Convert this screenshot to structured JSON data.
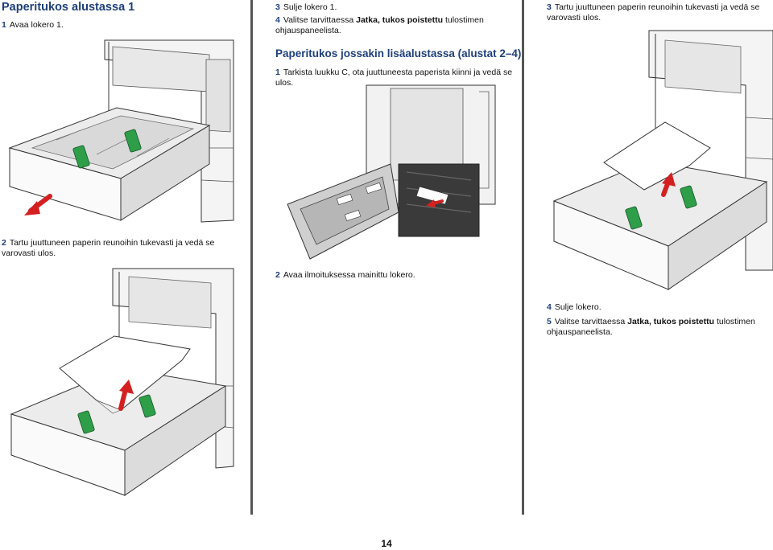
{
  "heading_main": "Paperitukos alustassa 1",
  "heading_sub": "Paperitukos jossakin lisäalustassa (alustat 2–4)",
  "page_number": "14",
  "col1": {
    "step1": {
      "num": "1",
      "text": "Avaa lokero 1."
    },
    "step2": {
      "num": "2",
      "text": "Tartu juuttuneen paperin reunoihin tukevasti ja vedä se varovasti ulos."
    }
  },
  "col2": {
    "step3": {
      "num": "3",
      "text": "Sulje lokero 1."
    },
    "step4": {
      "num": "4",
      "pre": "Valitse tarvittaessa ",
      "bold": "Jatka, tukos poistettu",
      "post": " tulostimen ohjauspaneelista."
    },
    "sub_step1": {
      "num": "1",
      "text": "Tarkista luukku C, ota juuttuneesta paperista kiinni ja vedä se ulos."
    },
    "sub_step2": {
      "num": "2",
      "text": "Avaa ilmoituksessa mainittu lokero."
    }
  },
  "col3": {
    "step3": {
      "num": "3",
      "text": "Tartu juuttuneen paperin reunoihin tukevasti ja vedä se varovasti ulos."
    },
    "step4": {
      "num": "4",
      "text": "Sulje lokero."
    },
    "step5": {
      "num": "5",
      "pre": "Valitse tarvittaessa ",
      "bold": "Jatka, tukos poistettu",
      "post": " tulostimen ohjauspaneelista."
    }
  },
  "colors": {
    "heading": "#1e3f7a",
    "arrow": "#d42020",
    "latch": "#2e9e48",
    "rule": "#555555"
  }
}
